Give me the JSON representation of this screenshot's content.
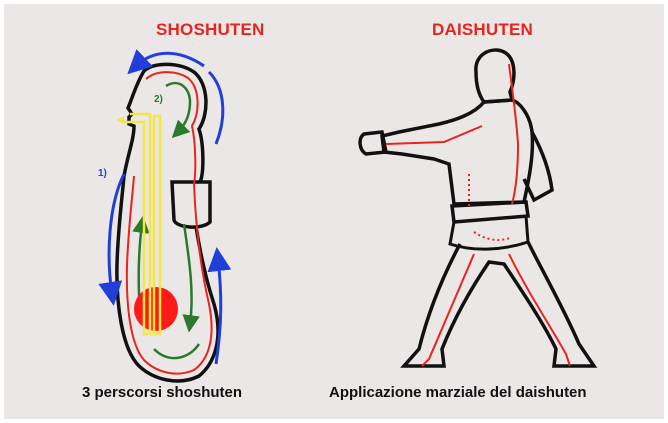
{
  "left_panel": {
    "title": "SHOSHUTEN",
    "caption": "3 perscorsi shoshuten",
    "path_labels": [
      "1)",
      "2)"
    ]
  },
  "right_panel": {
    "title": "DAISHUTEN",
    "caption": "Applicazione marziale del daishuten"
  },
  "colors": {
    "title_red": "#e8241e",
    "outline": "#111111",
    "red_line": "#e8241e",
    "blue_arrow": "#1f3fd8",
    "green_arrow": "#2b7a2b",
    "yellow_path": "#f5e642",
    "red_dot": "#ff1a1a",
    "background": "#ebe7e7"
  },
  "icons": {
    "blue": "blue-circulation-arrow-icon",
    "green": "green-circulation-arrow-icon"
  }
}
